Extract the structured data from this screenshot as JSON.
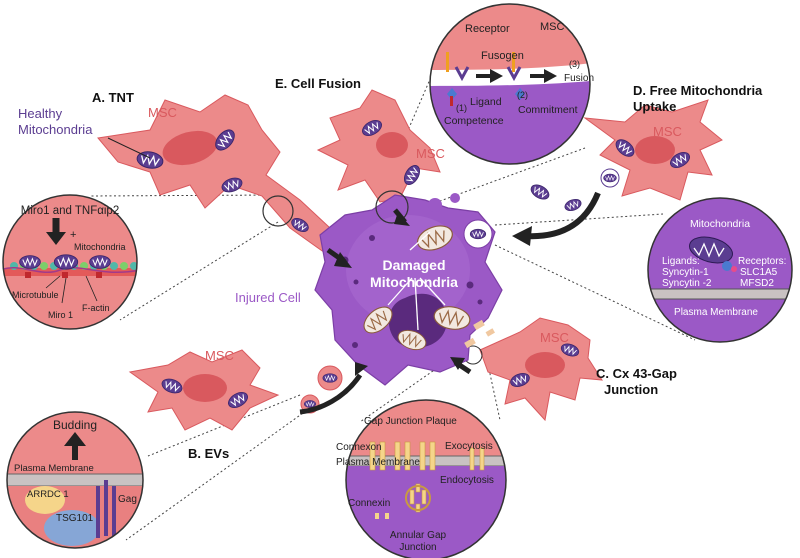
{
  "labels": {
    "tnt": "A. TNT",
    "evs": "B. EVs",
    "cx43_line1": "C. Cx 43-Gap",
    "cx43_line2": "Junction",
    "fusion": "E. Cell Fusion",
    "free_line1": "D. Free Mitochondria",
    "free_line2": "Uptake",
    "healthy_line1": "Healthy",
    "healthy_line2": "Mitochondria",
    "injured": "Injured Cell",
    "damaged_line1": "Damaged",
    "damaged_line2": "Mitochondria",
    "msc": "MSC"
  },
  "tnt_inset": {
    "title": "Miro1 and TNFαip2",
    "plus": "+",
    "mito": "Mitochondria",
    "microtubule": "Microtubule",
    "factin": "F-actin",
    "miro": "Miro 1"
  },
  "ev_inset": {
    "budding": "Budding",
    "membrane": "Plasma Membrane",
    "arrdc": "ARRDC 1",
    "tsg": "TSG101",
    "gag": "Gag"
  },
  "gap_inset": {
    "plaque": "Gap Junction Plaque",
    "connexon": "Connexon",
    "membrane": "Plasma Membrane",
    "exocytosis": "Exocytosis",
    "endocytosis": "Endocytosis",
    "connexin": "Connexin",
    "annular_line1": "Annular Gap",
    "annular_line2": "Junction"
  },
  "fusion_inset": {
    "msc": "MSC",
    "receptor": "Receptor",
    "fusogen": "Fusogen",
    "step3_num": "(3)",
    "step3": "Fusion",
    "step1_num": "(1)",
    "ligand": "Ligand",
    "step2_num": "(2)",
    "competence": "Competence",
    "commitment": "Commitment"
  },
  "free_inset": {
    "mito": "Mitochondria",
    "ligands": "Ligands:",
    "syncytin1": "Syncytin-1",
    "syncytin2": "Syncytin -2",
    "receptors": "Receptors:",
    "slc": "SLC1A5",
    "mfsd": "MFSD2",
    "membrane": "Plasma Membrane"
  },
  "colors": {
    "msc_cell": "#ec8a8a",
    "msc_nucleus": "#d9595e",
    "injured_cell": "#9b59c6",
    "mito_healthy": "#5b3d91",
    "membrane": "#8a8a8a",
    "healthy_label": "#5b3d91",
    "msc_label": "#d9595e",
    "injured_label": "#9b59c6"
  }
}
